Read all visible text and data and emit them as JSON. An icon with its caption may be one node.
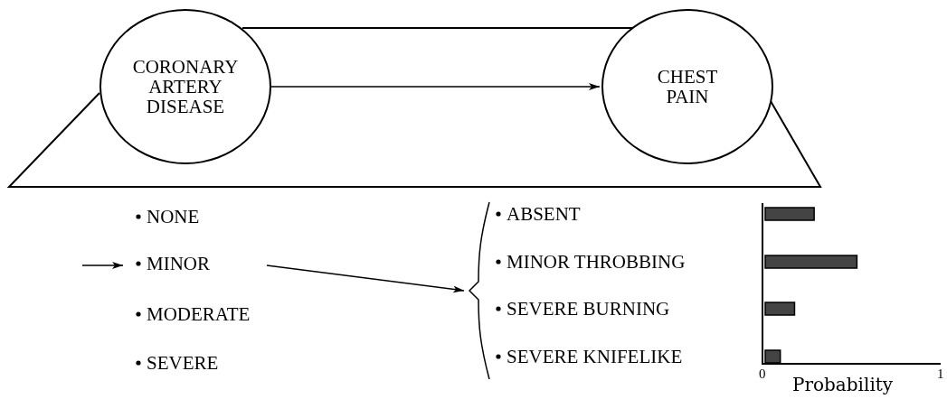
{
  "diagram": {
    "nodes": [
      {
        "text": [
          "CORONARY ARTERY DISEASE"
        ]
      },
      {
        "text": [
          "CHEST PAIN"
        ]
      },
      {
        "text": [
          "MINOR"
        ]
      },
      {
        "text": [
          "ABSENT",
          "MINOR THROBBING",
          "SEVERE BURNING",
          "SEVERE KNIFELIKE"
        ]
      }
    ],
    "edges": [
      {
        "from": 0,
        "to": 1,
        "arrow": "to"
      },
      {
        "from": null,
        "to": 2,
        "arrow": "to"
      },
      {
        "from": 2,
        "to": 3,
        "arrow": "to"
      }
    ],
    "labels": [
      "NONE",
      "MODERATE",
      "SEVERE"
    ],
    "chart_data": {
      "type": "bar",
      "orientation": "horizontal",
      "xlabel": "Probability",
      "xlim": [
        0,
        1
      ],
      "xticks": [
        0,
        1
      ],
      "series": [
        {
          "color": "#444444",
          "values": [
            0.29,
            0.53,
            0.18,
            0.1
          ]
        }
      ]
    }
  }
}
